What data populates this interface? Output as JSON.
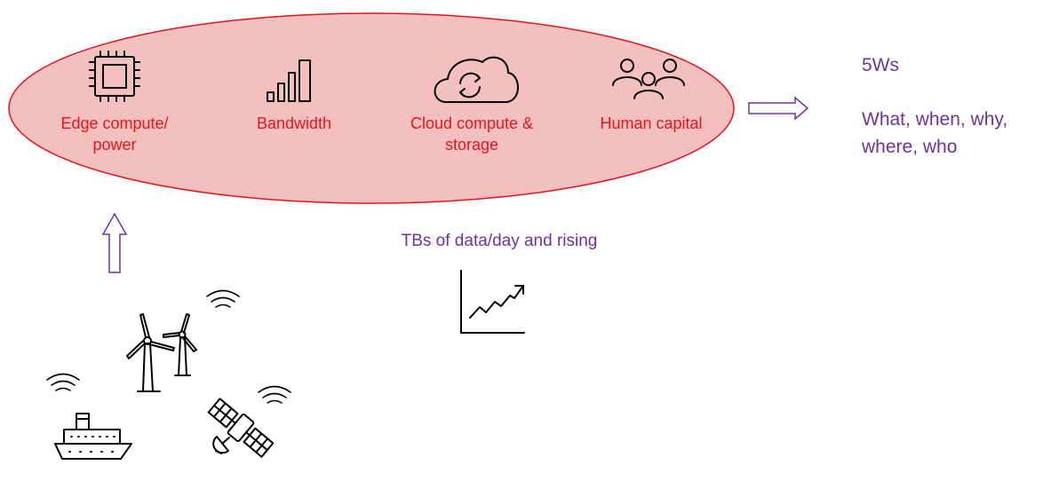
{
  "resources": {
    "edge_line1": "Edge compute/",
    "edge_line2": "power",
    "bandwidth": "Bandwidth",
    "cloud_line1": "Cloud compute &",
    "cloud_line2": "storage",
    "human": "Human capital"
  },
  "data_growth": "TBs of data/day and rising",
  "outcome": {
    "title": "5Ws",
    "line1": "What, when, why,",
    "line2": "where, who"
  },
  "colors": {
    "ellipse_fill": "#f4c0bf",
    "ellipse_stroke": "#e8121a",
    "label_red": "#e8121a",
    "purple": "#7030a0"
  },
  "icons": [
    "cpu-chip-icon",
    "signal-bars-icon",
    "cloud-sync-icon",
    "people-group-icon",
    "trend-chart-icon",
    "wind-turbine-icon",
    "ship-icon",
    "satellite-icon",
    "wireless-signal-icon"
  ]
}
